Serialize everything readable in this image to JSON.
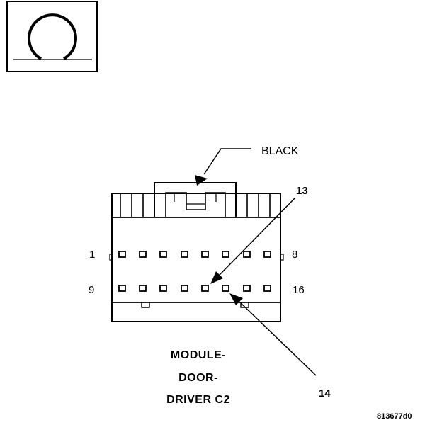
{
  "callout": {
    "color_label": "BLACK",
    "pin_a": "13",
    "pin_b": "14"
  },
  "row_labels": {
    "top_left": "1",
    "top_right": "8",
    "bottom_left": "9",
    "bottom_right": "16"
  },
  "caption": {
    "line1": "MODULE-",
    "line2": "DOOR-",
    "line3": "DRIVER C2"
  },
  "figure_id": "813677d0",
  "colors": {
    "line": "#000000",
    "background": "#ffffff"
  },
  "icons": {
    "view_symbol": "omega-view-icon"
  }
}
